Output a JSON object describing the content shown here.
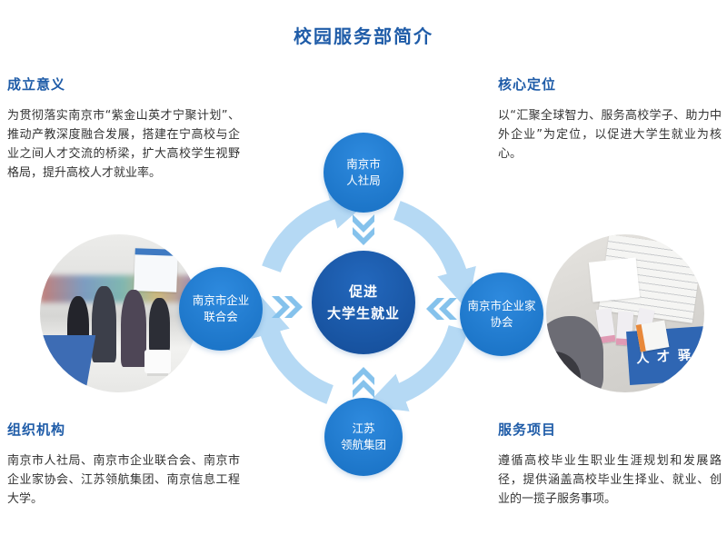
{
  "title": "校园服务部简介",
  "sections": {
    "founding": {
      "heading": "成立意义",
      "body": "为贯彻落实南京市“紫金山英才宁聚计划”、推动产教深度融合发展，搭建在宁高校与企业之间人才交流的桥梁，扩大高校学生视野格局，提升高校人才就业率。"
    },
    "core": {
      "heading": "核心定位",
      "body": "以“汇聚全球智力、服务高校学子、助力中外企业”为定位，以促进大学生就业为核心。"
    },
    "org": {
      "heading": "组织机构",
      "body": "南京市人社局、南京市企业联合会、南京市企业家协会、江苏领航集团、南京信息工程大学。"
    },
    "service": {
      "heading": "服务项目",
      "body": "遵循高校毕业生职业生涯规划和发展路径，提供涵盖高校毕业生择业、就业、创业的一揽子服务事项。"
    }
  },
  "diagram": {
    "center_label": "促进\n大学生就业",
    "node_top": "南京市\n人社局",
    "node_left": "南京市企业\n联合会",
    "node_right": "南京市企业家\n协会",
    "node_bottom": "江苏\n领航集团"
  },
  "photos": {
    "right_banner_text": "人才驿"
  },
  "colors": {
    "title_blue": "#1f5ca8",
    "node_blue": "#1d76c9",
    "center_blue": "#17529f",
    "arc_blue": "#b5d9f4",
    "chevron_blue": "#85c2ec"
  }
}
